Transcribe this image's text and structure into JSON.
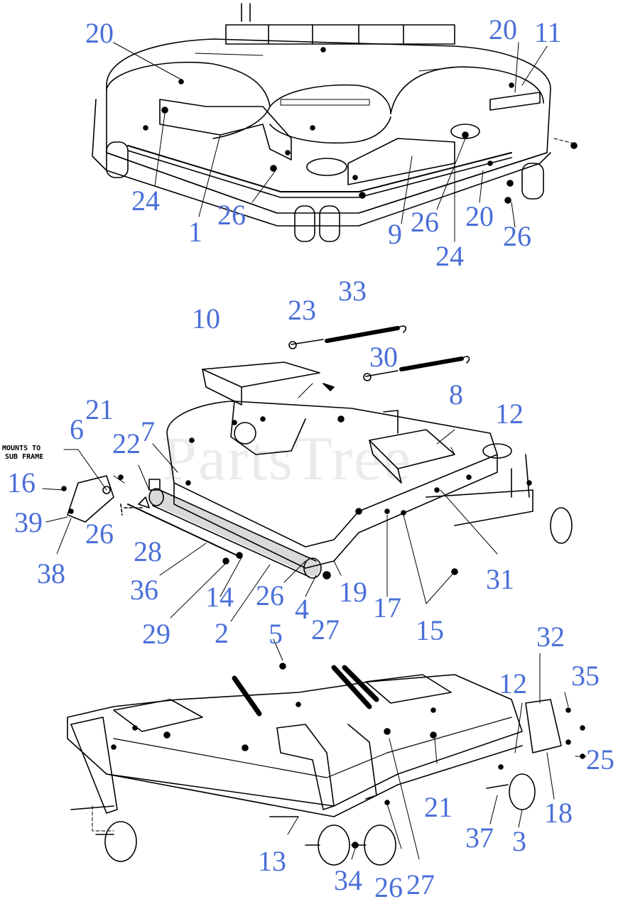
{
  "diagram": {
    "watermark": "PartsTree",
    "mount_note": [
      "MOUNTS TO",
      "SUB FRAME"
    ],
    "colors": {
      "callout": "#4a6fd8",
      "line": "#000000",
      "background": "#ffffff"
    }
  },
  "callouts": [
    {
      "id": "c1",
      "text": "20"
    },
    {
      "id": "c2",
      "text": "20"
    },
    {
      "id": "c3",
      "text": "11"
    },
    {
      "id": "c4",
      "text": "24"
    },
    {
      "id": "c5",
      "text": "1"
    },
    {
      "id": "c6",
      "text": "26"
    },
    {
      "id": "c7",
      "text": "9"
    },
    {
      "id": "c8",
      "text": "26"
    },
    {
      "id": "c9",
      "text": "20"
    },
    {
      "id": "c10",
      "text": "26"
    },
    {
      "id": "c11",
      "text": "24"
    },
    {
      "id": "c12",
      "text": "23"
    },
    {
      "id": "c13",
      "text": "33"
    },
    {
      "id": "c14",
      "text": "10"
    },
    {
      "id": "c15",
      "text": "30"
    },
    {
      "id": "c16",
      "text": "8"
    },
    {
      "id": "c17",
      "text": "12"
    },
    {
      "id": "c18",
      "text": "21"
    },
    {
      "id": "c19",
      "text": "6"
    },
    {
      "id": "c20",
      "text": "22"
    },
    {
      "id": "c21",
      "text": "7"
    },
    {
      "id": "c22",
      "text": "16"
    },
    {
      "id": "c23",
      "text": "39"
    },
    {
      "id": "c24",
      "text": "26"
    },
    {
      "id": "c25",
      "text": "38"
    },
    {
      "id": "c26",
      "text": "28"
    },
    {
      "id": "c27",
      "text": "36"
    },
    {
      "id": "c28",
      "text": "14"
    },
    {
      "id": "c29",
      "text": "26"
    },
    {
      "id": "c30",
      "text": "19"
    },
    {
      "id": "c31",
      "text": "17"
    },
    {
      "id": "c32",
      "text": "31"
    },
    {
      "id": "c33",
      "text": "4"
    },
    {
      "id": "c34",
      "text": "27"
    },
    {
      "id": "c35",
      "text": "15"
    },
    {
      "id": "c36",
      "text": "29"
    },
    {
      "id": "c37",
      "text": "2"
    },
    {
      "id": "c38",
      "text": "5"
    },
    {
      "id": "c39",
      "text": "32"
    },
    {
      "id": "c40",
      "text": "35"
    },
    {
      "id": "c41",
      "text": "12"
    },
    {
      "id": "c42",
      "text": "25"
    },
    {
      "id": "c43",
      "text": "21"
    },
    {
      "id": "c44",
      "text": "18"
    },
    {
      "id": "c45",
      "text": "37"
    },
    {
      "id": "c46",
      "text": "3"
    },
    {
      "id": "c47",
      "text": "13"
    },
    {
      "id": "c48",
      "text": "34"
    },
    {
      "id": "c49",
      "text": "26"
    },
    {
      "id": "c50",
      "text": "27"
    }
  ]
}
